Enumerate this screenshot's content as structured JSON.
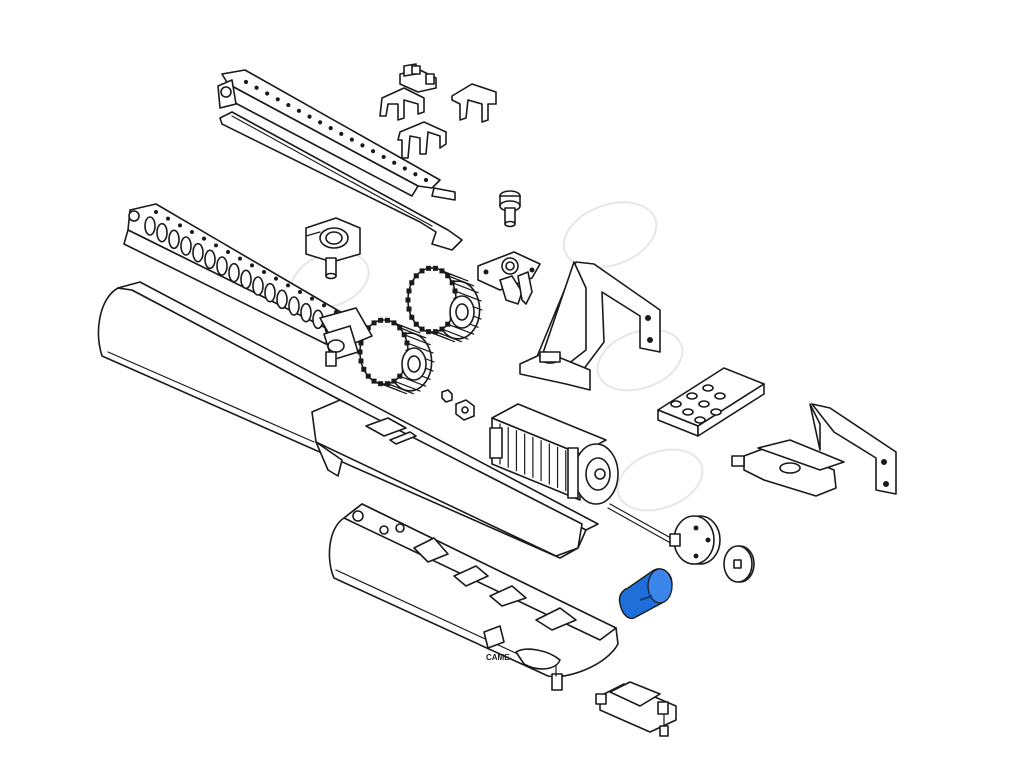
{
  "diagram": {
    "background": "#ffffff",
    "highlight_color": "#1e6fd9",
    "line_color": "#1a1a1a",
    "highlighted_part": "capacitor",
    "housing_logo_text": "CAME"
  },
  "parts": [
    {
      "id": "upper-rack",
      "highlighted": false
    },
    {
      "id": "connector-clip",
      "highlighted": false
    },
    {
      "id": "cable-guide-brackets",
      "highlighted": false
    },
    {
      "id": "bolt",
      "highlighted": false
    },
    {
      "id": "lower-rack",
      "highlighted": false
    },
    {
      "id": "clamp-bracket",
      "highlighted": false
    },
    {
      "id": "gear-pinions",
      "highlighted": false
    },
    {
      "id": "limit-switch",
      "highlighted": false
    },
    {
      "id": "rear-mounting-bracket",
      "highlighted": false
    },
    {
      "id": "mounting-plate",
      "highlighted": false
    },
    {
      "id": "front-mounting-bracket",
      "highlighted": false
    },
    {
      "id": "cover-housing",
      "highlighted": false
    },
    {
      "id": "nuts",
      "highlighted": false
    },
    {
      "id": "motor",
      "highlighted": false
    },
    {
      "id": "encoder-disc",
      "highlighted": false
    },
    {
      "id": "washer",
      "highlighted": false
    },
    {
      "id": "capacitor",
      "highlighted": true
    },
    {
      "id": "base-housing",
      "highlighted": false
    },
    {
      "id": "release-lever",
      "highlighted": false
    }
  ]
}
